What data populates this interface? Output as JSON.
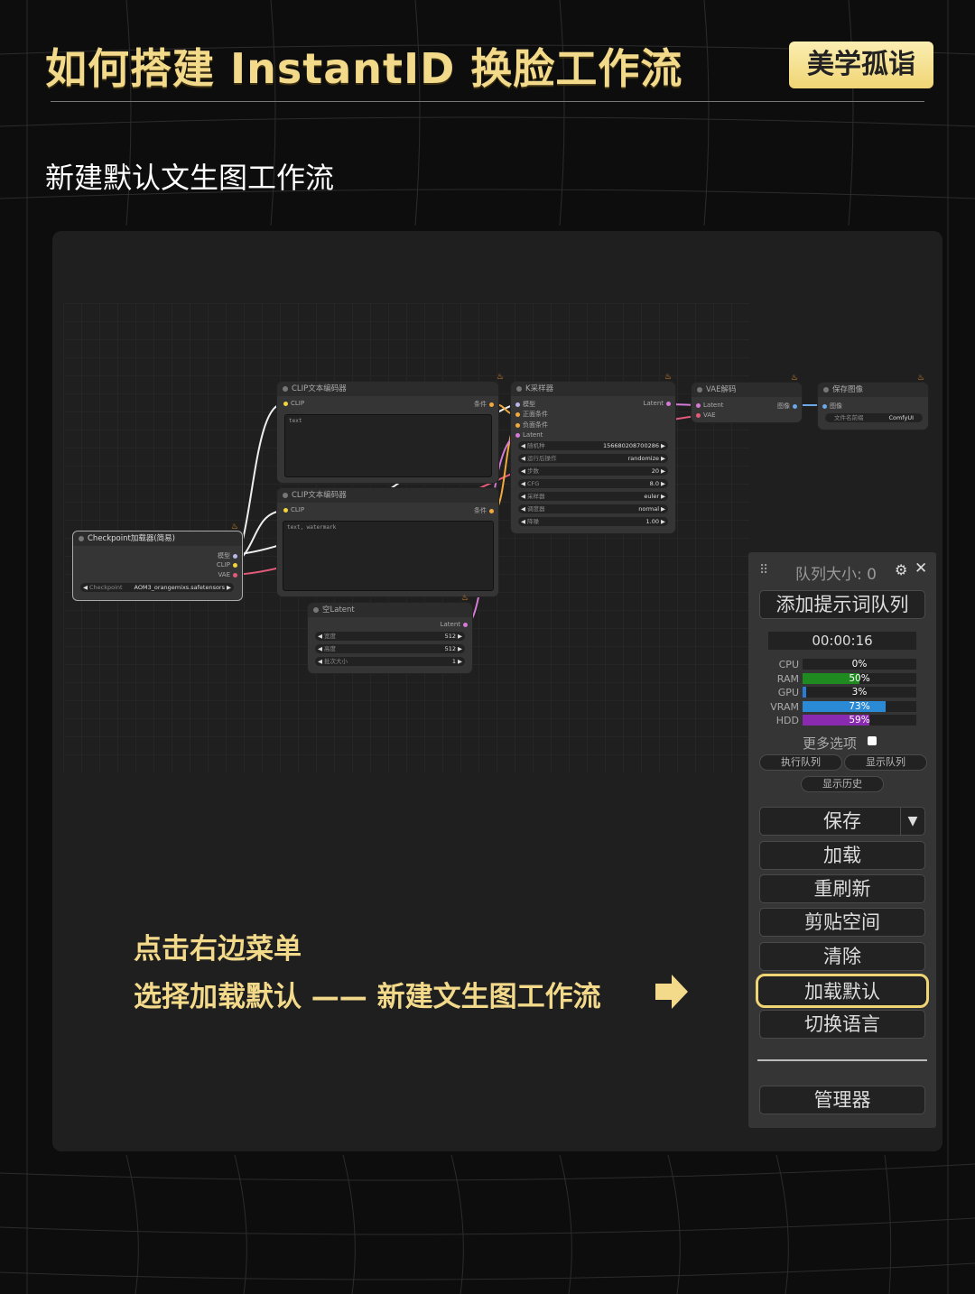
{
  "header": {
    "title": "如何搭建 InstantID 换脸工作流",
    "badge": "美学孤诣"
  },
  "subtitle": "新建默认文生图工作流",
  "workflow": {
    "clip_node_1": {
      "title": "CLIP文本编码器",
      "in_clip": "CLIP",
      "out_cond": "条件",
      "text": "text"
    },
    "clip_node_2": {
      "title": "CLIP文本编码器",
      "in_clip": "CLIP",
      "out_cond": "条件",
      "text": "text, watermark"
    },
    "checkpoint": {
      "title": "Checkpoint加载器(简易)",
      "out_model": "模型",
      "out_clip": "CLIP",
      "out_vae": "VAE",
      "ckpt_label": "Checkpoint",
      "ckpt_value": "AOM3_orangemixs.safetensors"
    },
    "ksampler": {
      "title": "K采样器",
      "in_model": "模型",
      "in_pos": "正面条件",
      "in_neg": "负面条件",
      "in_latent": "Latent",
      "out_latent": "Latent",
      "widgets": [
        {
          "label": "随机种",
          "value": "156680208700286"
        },
        {
          "label": "运行后操作",
          "value": "randomize"
        },
        {
          "label": "步数",
          "value": "20"
        },
        {
          "label": "CFG",
          "value": "8.0"
        },
        {
          "label": "采样器",
          "value": "euler"
        },
        {
          "label": "调度器",
          "value": "normal"
        },
        {
          "label": "降噪",
          "value": "1.00"
        }
      ]
    },
    "vae": {
      "title": "VAE解码",
      "in_latent": "Latent",
      "in_vae": "VAE",
      "out_image": "图像"
    },
    "save": {
      "title": "保存图像",
      "in_image": "图像",
      "w_label": "文件名前缀",
      "w_value": "ComfyUI"
    },
    "latent": {
      "title": "空Latent",
      "out_latent": "Latent",
      "widgets": [
        {
          "label": "宽度",
          "value": "512"
        },
        {
          "label": "高度",
          "value": "512"
        },
        {
          "label": "批次大小",
          "value": "1"
        }
      ]
    }
  },
  "menu": {
    "queue_size": "队列大小: 0",
    "queue_prompt": "添加提示词队列",
    "timer": "00:00:16",
    "stats": [
      {
        "label": "CPU",
        "value": "0%",
        "pct": 0,
        "color": "#2a7a2a"
      },
      {
        "label": "RAM",
        "value": "50%",
        "pct": 50,
        "color": "#1f8a1f"
      },
      {
        "label": "GPU",
        "value": "3%",
        "pct": 3,
        "color": "#2a7ad6"
      },
      {
        "label": "VRAM",
        "value": "73%",
        "pct": 73,
        "color": "#2a8ad6"
      },
      {
        "label": "HDD",
        "value": "59%",
        "pct": 59,
        "color": "#8a2ab0"
      }
    ],
    "more_options": "更多选项",
    "view_queue": "执行队列",
    "view_list": "显示队列",
    "view_history": "显示历史",
    "save": "保存",
    "load": "加载",
    "refresh": "重刷新",
    "clipspace": "剪贴空间",
    "clear": "清除",
    "load_default": "加载默认",
    "switch_lang": "切换语言",
    "manager": "管理器"
  },
  "instructions": {
    "line1": "点击右边菜单",
    "line2": "选择加载默认 —— 新建文生图工作流"
  },
  "colors": {
    "accent": "#f3d98a",
    "highlight_border": "#f0d574"
  }
}
